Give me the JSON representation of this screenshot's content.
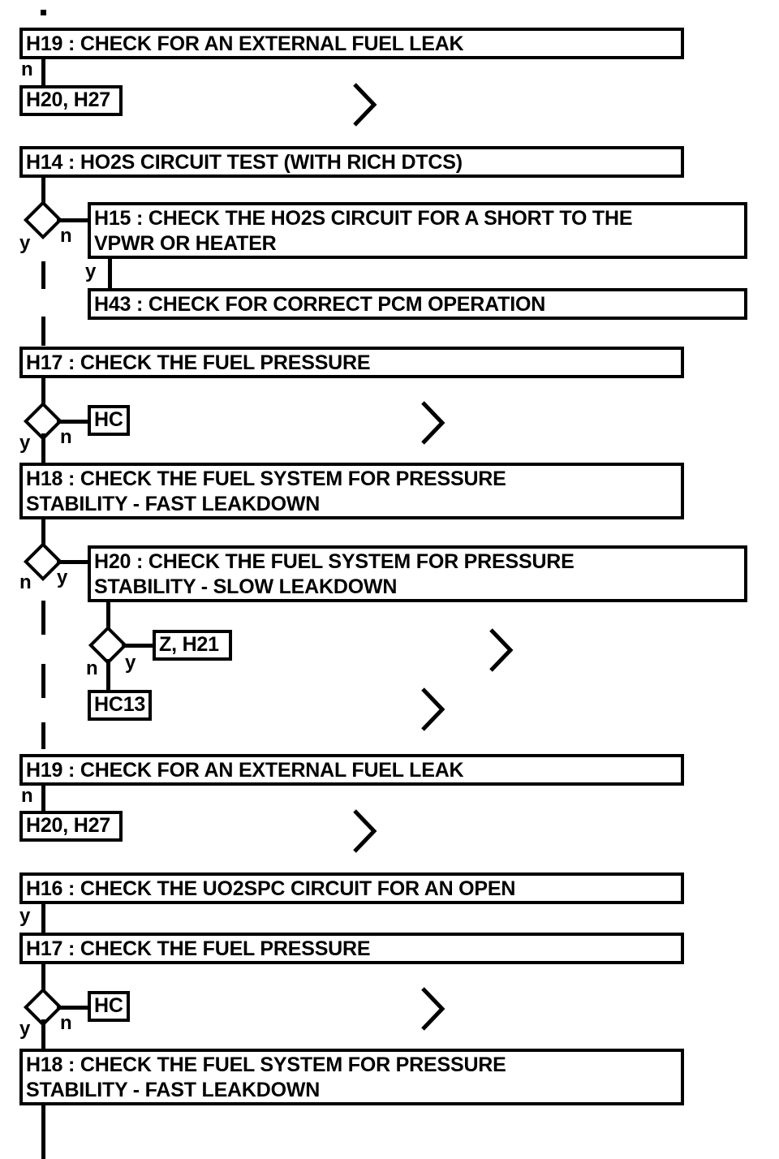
{
  "diagram": {
    "title": "Fuel system / HO2S diagnostic flowchart",
    "background_color": "#ffffff",
    "line_color": "#000000",
    "marker": {
      "top_dot": "."
    },
    "branch_labels": {
      "yes": "y",
      "no": "n"
    },
    "nodes": [
      {
        "id": "n1",
        "label": "H19 : CHECK FOR AN EXTERNAL FUEL LEAK"
      },
      {
        "id": "n2",
        "label": "H20, H27"
      },
      {
        "id": "n3",
        "label": "H14 : HO2S CIRCUIT TEST (WITH RICH DTCS)"
      },
      {
        "id": "n4",
        "label": "H15 : CHECK THE HO2S CIRCUIT FOR A SHORT TO THE\nVPWR OR HEATER"
      },
      {
        "id": "n5",
        "label": "H43 : CHECK FOR CORRECT PCM OPERATION"
      },
      {
        "id": "n6",
        "label": "H17 : CHECK THE FUEL PRESSURE"
      },
      {
        "id": "n7",
        "label": "HC"
      },
      {
        "id": "n8",
        "label": "H18 : CHECK THE FUEL SYSTEM FOR PRESSURE\nSTABILITY - FAST LEAKDOWN"
      },
      {
        "id": "n9",
        "label": "H20 : CHECK THE FUEL SYSTEM FOR PRESSURE\nSTABILITY - SLOW LEAKDOWN"
      },
      {
        "id": "n10",
        "label": "Z, H21"
      },
      {
        "id": "n11",
        "label": "HC13"
      },
      {
        "id": "n12",
        "label": "H19 : CHECK FOR AN EXTERNAL FUEL LEAK"
      },
      {
        "id": "n13",
        "label": "H20, H27"
      },
      {
        "id": "n14",
        "label": "H16 : CHECK THE UO2SPC CIRCUIT FOR AN OPEN"
      },
      {
        "id": "n15",
        "label": "H17 : CHECK THE FUEL PRESSURE"
      },
      {
        "id": "n16",
        "label": "HC"
      },
      {
        "id": "n17",
        "label": "H18 : CHECK THE FUEL SYSTEM FOR PRESSURE\nSTABILITY - FAST LEAKDOWN"
      }
    ],
    "branch_marks": [
      {
        "id": "b1",
        "text": "n"
      },
      {
        "id": "b2",
        "text": "y"
      },
      {
        "id": "b3",
        "text": "n"
      },
      {
        "id": "b4",
        "text": "y"
      },
      {
        "id": "b5",
        "text": "y"
      },
      {
        "id": "b6",
        "text": "n"
      },
      {
        "id": "b7",
        "text": "n"
      },
      {
        "id": "b8",
        "text": "y"
      },
      {
        "id": "b9",
        "text": "n"
      },
      {
        "id": "b10",
        "text": "y"
      },
      {
        "id": "b11",
        "text": "n"
      },
      {
        "id": "b12",
        "text": "y"
      },
      {
        "id": "b13",
        "text": "y"
      },
      {
        "id": "b14",
        "text": "n"
      }
    ],
    "offpage_connectors": [
      {
        "id": "c1",
        "glyph": ">"
      },
      {
        "id": "c2",
        "glyph": ">"
      },
      {
        "id": "c3",
        "glyph": ">"
      },
      {
        "id": "c4",
        "glyph": ">"
      },
      {
        "id": "c5",
        "glyph": ">"
      },
      {
        "id": "c6",
        "glyph": ">"
      }
    ]
  }
}
